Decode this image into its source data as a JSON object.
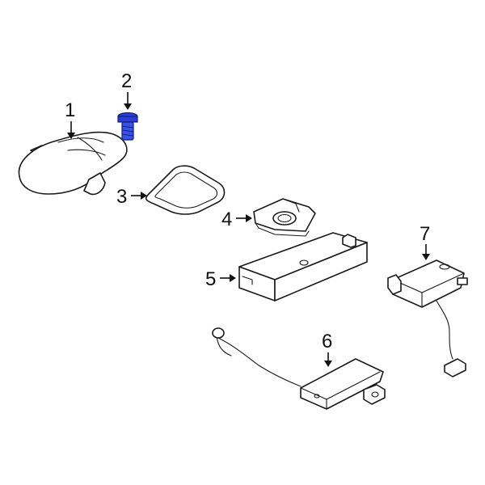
{
  "callouts": [
    {
      "id": "1",
      "label": "1",
      "part": "antenna-cover"
    },
    {
      "id": "2",
      "label": "2",
      "part": "bolt"
    },
    {
      "id": "3",
      "label": "3",
      "part": "gasket"
    },
    {
      "id": "4",
      "label": "4",
      "part": "seal-pad"
    },
    {
      "id": "5",
      "label": "5",
      "part": "module"
    },
    {
      "id": "6",
      "label": "6",
      "part": "antenna-unit-with-cable"
    },
    {
      "id": "7",
      "label": "7",
      "part": "bracket-module-with-connector"
    }
  ],
  "colors": {
    "line": "#1a1a1a",
    "highlight_bolt": "#2b3fd6",
    "background": "#ffffff"
  }
}
